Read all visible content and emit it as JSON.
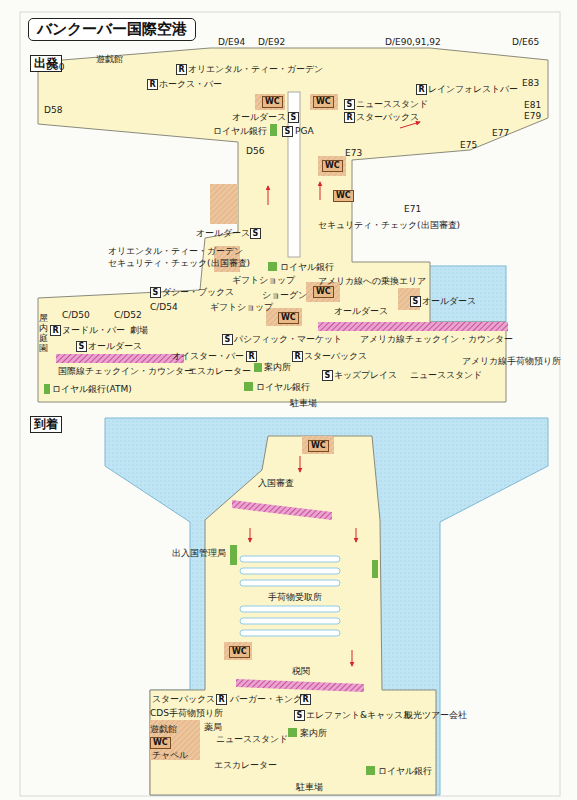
{
  "diagram": {
    "title": "バンクーバー国際空港",
    "nodes": [
      {
        "text": [
          "出発"
        ]
      },
      {
        "text": [
          "到着"
        ]
      },
      {
        "text": [
          "R"
        ]
      },
      {
        "text": [
          "R"
        ]
      },
      {
        "text": [
          "WC"
        ]
      },
      {
        "text": [
          "WC"
        ]
      },
      {
        "text": [
          "S"
        ]
      },
      {
        "text": [
          "S"
        ]
      },
      {
        "text": [
          "R"
        ]
      },
      {
        "text": [
          "R"
        ]
      },
      {
        "text": [
          "S"
        ]
      },
      {
        "text": [
          "WC"
        ]
      },
      {
        "text": [
          "WC"
        ]
      },
      {
        "text": [
          "S"
        ]
      },
      {
        "text": [
          "S"
        ]
      },
      {
        "text": [
          "WC"
        ]
      },
      {
        "text": [
          "WC"
        ]
      },
      {
        "text": [
          "S"
        ]
      },
      {
        "text": [
          "R"
        ]
      },
      {
        "text": [
          "S"
        ]
      },
      {
        "text": [
          "S"
        ]
      },
      {
        "text": [
          "R"
        ]
      },
      {
        "text": [
          "R"
        ]
      },
      {
        "text": [
          "S"
        ]
      },
      {
        "text": [
          "WC"
        ]
      },
      {
        "text": [
          "WC"
        ]
      },
      {
        "text": [
          "R"
        ]
      },
      {
        "text": [
          "R"
        ]
      },
      {
        "text": [
          "S"
        ]
      },
      {
        "text": [
          "WC"
        ]
      }
    ],
    "labels": [
      "D/E94",
      "D/E92",
      "D/E90,91,92",
      "D/E65",
      "D60",
      "遊戯館",
      "オリエンタル・ティー・ガーデン",
      "ホークス・バー",
      "D58",
      "オールダース",
      "ニューススタンド",
      "スターバックス",
      "レインフォレストバー",
      "E83",
      "E81",
      "E79",
      "E77",
      "E75",
      "E73",
      "ロイヤル銀行",
      "PGA",
      "D56",
      "E71",
      "オールダース",
      "セキュリティ・チェック(出国審査)",
      "オリエンタル・ティー・ガーデン",
      "セキュリティ・チェック(出国審査)",
      "ロイヤル銀行",
      "ギフトショップ",
      "アメリカ線への乗換エリア",
      "ダシー・ブックス",
      "ショーグン",
      "オールダース",
      "オールダース",
      "ギフトショップ",
      "C/D50",
      "C/D52",
      "C/D54",
      "ヌードル・バー",
      "劇場",
      "屋内庭園",
      "オールダース",
      "パシフィック・マーケット",
      "アメリカ線チェックイン・カウンター",
      "スターバックス",
      "オイスター・バー",
      "国際線チェックイン・カウンター",
      "エスカレーター",
      "案内所",
      "キッズプレイス",
      "ニューススタンド",
      "アメリカ線手荷物預り所",
      "ロイヤル銀行(ATM)",
      "ロイヤル銀行",
      "駐車場",
      "入国審査",
      "出入国管理局",
      "手荷物受取所",
      "税関",
      "スターバックス",
      "バーガー・キング",
      "CDS手荷物預り所",
      "エレファント&キャッスル",
      "観光ツアー会社",
      "遊戯館",
      "薬局",
      "ニューススタンド",
      "案内所",
      "チャペル",
      "エスカレーター",
      "ロイヤル銀行",
      "駐車場"
    ]
  }
}
